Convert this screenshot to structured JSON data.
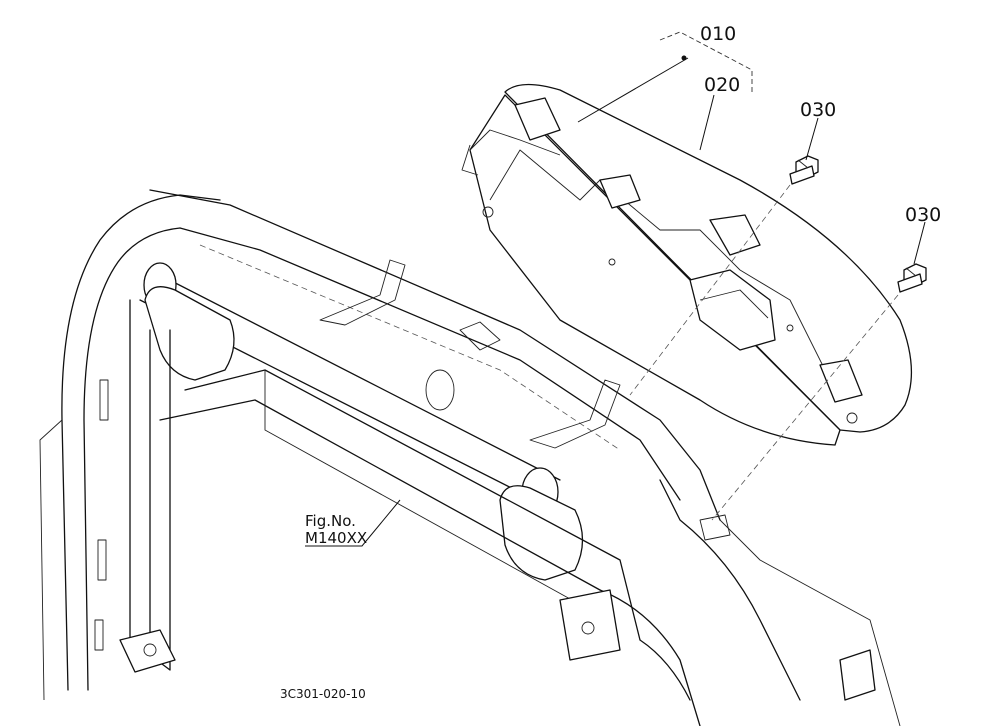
{
  "callouts": {
    "assembly": "010",
    "meter": "020",
    "screw_upper": "030",
    "screw_lower": "030"
  },
  "figure_ref": {
    "line1": "Fig.No.",
    "line2": "M140XX"
  },
  "drawing_number": "3C301-020-10"
}
